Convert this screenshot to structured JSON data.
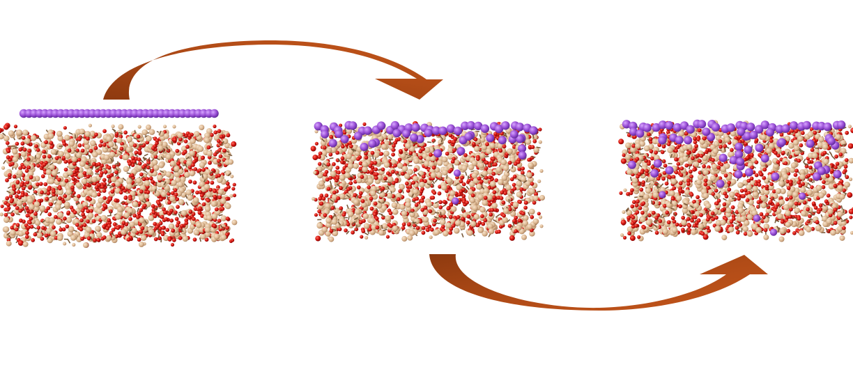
{
  "figure": {
    "panels": [
      {
        "id": "initial",
        "description_name": "slab-with-atom-layer",
        "layer": "flat",
        "seed": 11
      },
      {
        "id": "intermediate",
        "description_name": "slab-partially-penetrated",
        "layer": "surface",
        "seed": 23
      },
      {
        "id": "final",
        "description_name": "slab-deeply-penetrated",
        "layer": "deep",
        "seed": 37
      }
    ],
    "arrows": [
      {
        "id": "arrow-1-to-2",
        "direction": "right",
        "style": "curved-over"
      },
      {
        "id": "arrow-2-to-3",
        "direction": "right",
        "style": "curved-under"
      }
    ],
    "colors": {
      "oxygen": "#d4140f",
      "silicon": "#ddb892",
      "silicon_shade": "#a9805d",
      "bond": "#7a5a3a",
      "dopant": "#9a4fd6",
      "dopant_shade": "#5b2796",
      "arrow_light": "#c4561b",
      "arrow_dark": "#8e3a0f"
    }
  }
}
